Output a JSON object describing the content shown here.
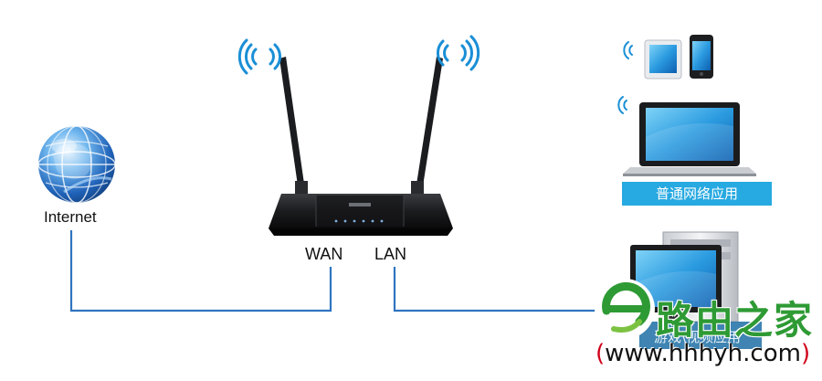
{
  "labels": {
    "internet": "Internet",
    "wan": "WAN",
    "lan": "LAN"
  },
  "captions": {
    "normal_use": "普通网络应用",
    "game_video": "游戏\\视频应用"
  },
  "watermark": {
    "site_name": "路由之家",
    "url": "www.hhhyh.com",
    "paren_open": "(",
    "paren_close": ")"
  },
  "colors": {
    "cable": "#2f74c0",
    "wifi": "#1a8fd6",
    "caption_bg": "#27a9e1",
    "brand_green": "#2e9a34",
    "paren_red": "#d0021b"
  },
  "icons": {
    "internet": "globe-icon",
    "router": "wireless-router-icon",
    "tablet": "tablet-icon",
    "phone": "smartphone-icon",
    "laptop": "laptop-icon",
    "desktop": "desktop-computer-icon",
    "wifi": "wifi-signal-icon"
  }
}
